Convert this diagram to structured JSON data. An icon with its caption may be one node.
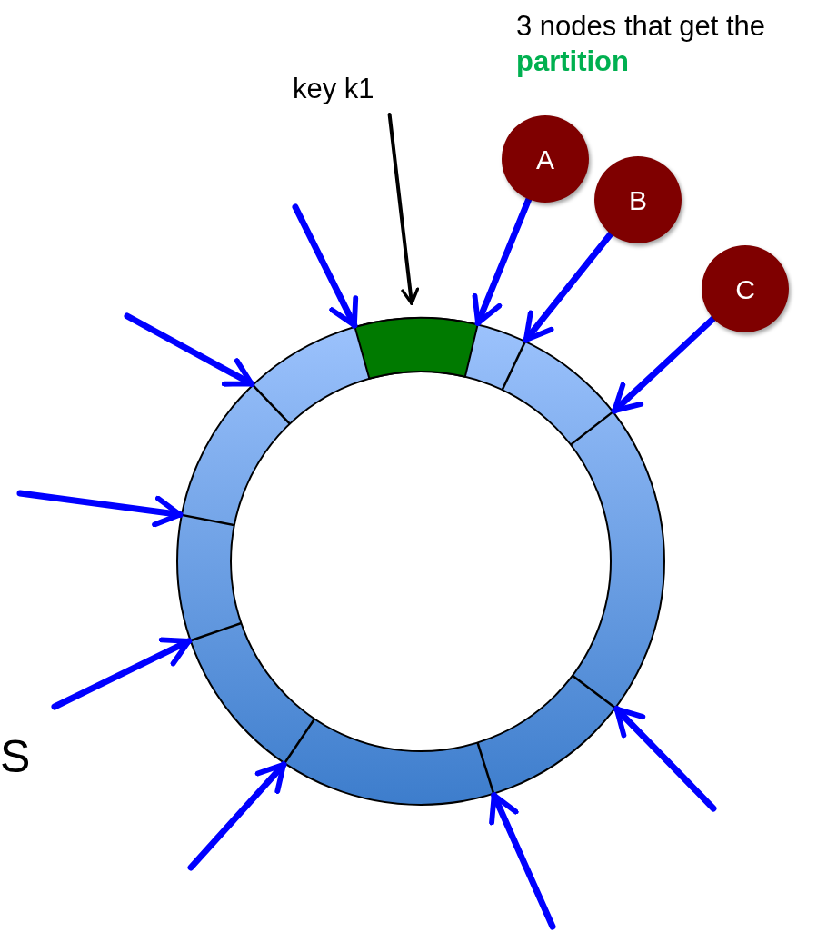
{
  "diagram": {
    "nodes": [
      {
        "text": [],
        "shape": "circle"
      },
      {
        "text": [],
        "shape": "arc",
        "in": 0
      },
      {
        "text": [
          "key k1"
        ]
      },
      {
        "text": [
          "A"
        ]
      },
      {
        "text": [
          "B"
        ]
      },
      {
        "text": [
          "C"
        ]
      }
    ],
    "edges": [
      {
        "from": 2,
        "to": 1,
        "arrow": "to",
        "color": "#000000"
      },
      {
        "from": 3,
        "to": 0,
        "arrow": "to"
      },
      {
        "from": 4,
        "to": 0,
        "arrow": "to"
      },
      {
        "from": 5,
        "to": 0,
        "arrow": "to"
      },
      {
        "from": null,
        "to": 0,
        "arrow": "to"
      },
      {
        "from": null,
        "to": 0,
        "arrow": "to"
      },
      {
        "from": null,
        "to": 0,
        "arrow": "to"
      },
      {
        "from": null,
        "to": 0,
        "arrow": "to"
      },
      {
        "from": null,
        "to": 0,
        "arrow": "to"
      },
      {
        "from": null,
        "to": 0,
        "arrow": "to"
      },
      {
        "from": null,
        "to": 0,
        "arrow": "to"
      }
    ],
    "labels": [
      "3 nodes that get the **partition**",
      "S"
    ]
  }
}
